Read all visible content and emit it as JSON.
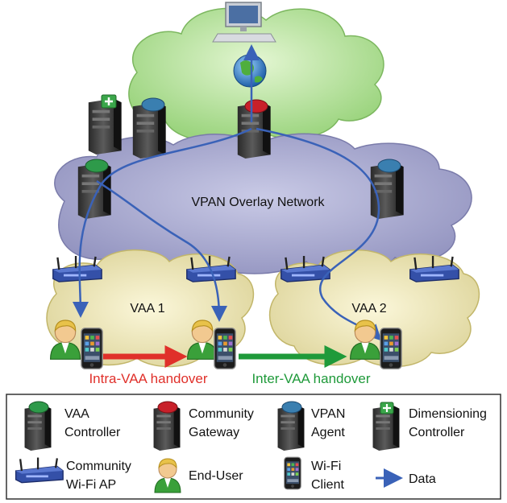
{
  "network": {
    "overlay_label": "VPAN Overlay Network",
    "vaa1_label": "VAA 1",
    "vaa2_label": "VAA 2",
    "intra_handover_label": "Intra-VAA handover",
    "inter_handover_label": "Inter-VAA handover"
  },
  "legend": {
    "vaa_controller": [
      "VAA",
      "Controller"
    ],
    "community_gateway": [
      "Community",
      "Gateway"
    ],
    "vpan_agent": [
      "VPAN",
      "Agent"
    ],
    "dimensioning_controller": [
      "Dimensioning",
      "Controller"
    ],
    "community_ap": [
      "Community",
      "Wi-Fi AP"
    ],
    "end_user": "End-User",
    "wifi_client": [
      "Wi-Fi",
      "Client"
    ],
    "data": "Data"
  },
  "colors": {
    "controller_cap": "#2e9a4a",
    "gateway_cap": "#c8202a",
    "agent_cap": "#3a7fb0",
    "dimensioning_cap": "#3aa64a",
    "data_arrow": "#3a62b8",
    "intra_handover": "#e0302a",
    "inter_handover": "#1f9a3a",
    "overlay_cloud": "#b9bad9",
    "internet_cloud": "#c7eab2",
    "vaa_cloud": "#f0ebc0"
  }
}
